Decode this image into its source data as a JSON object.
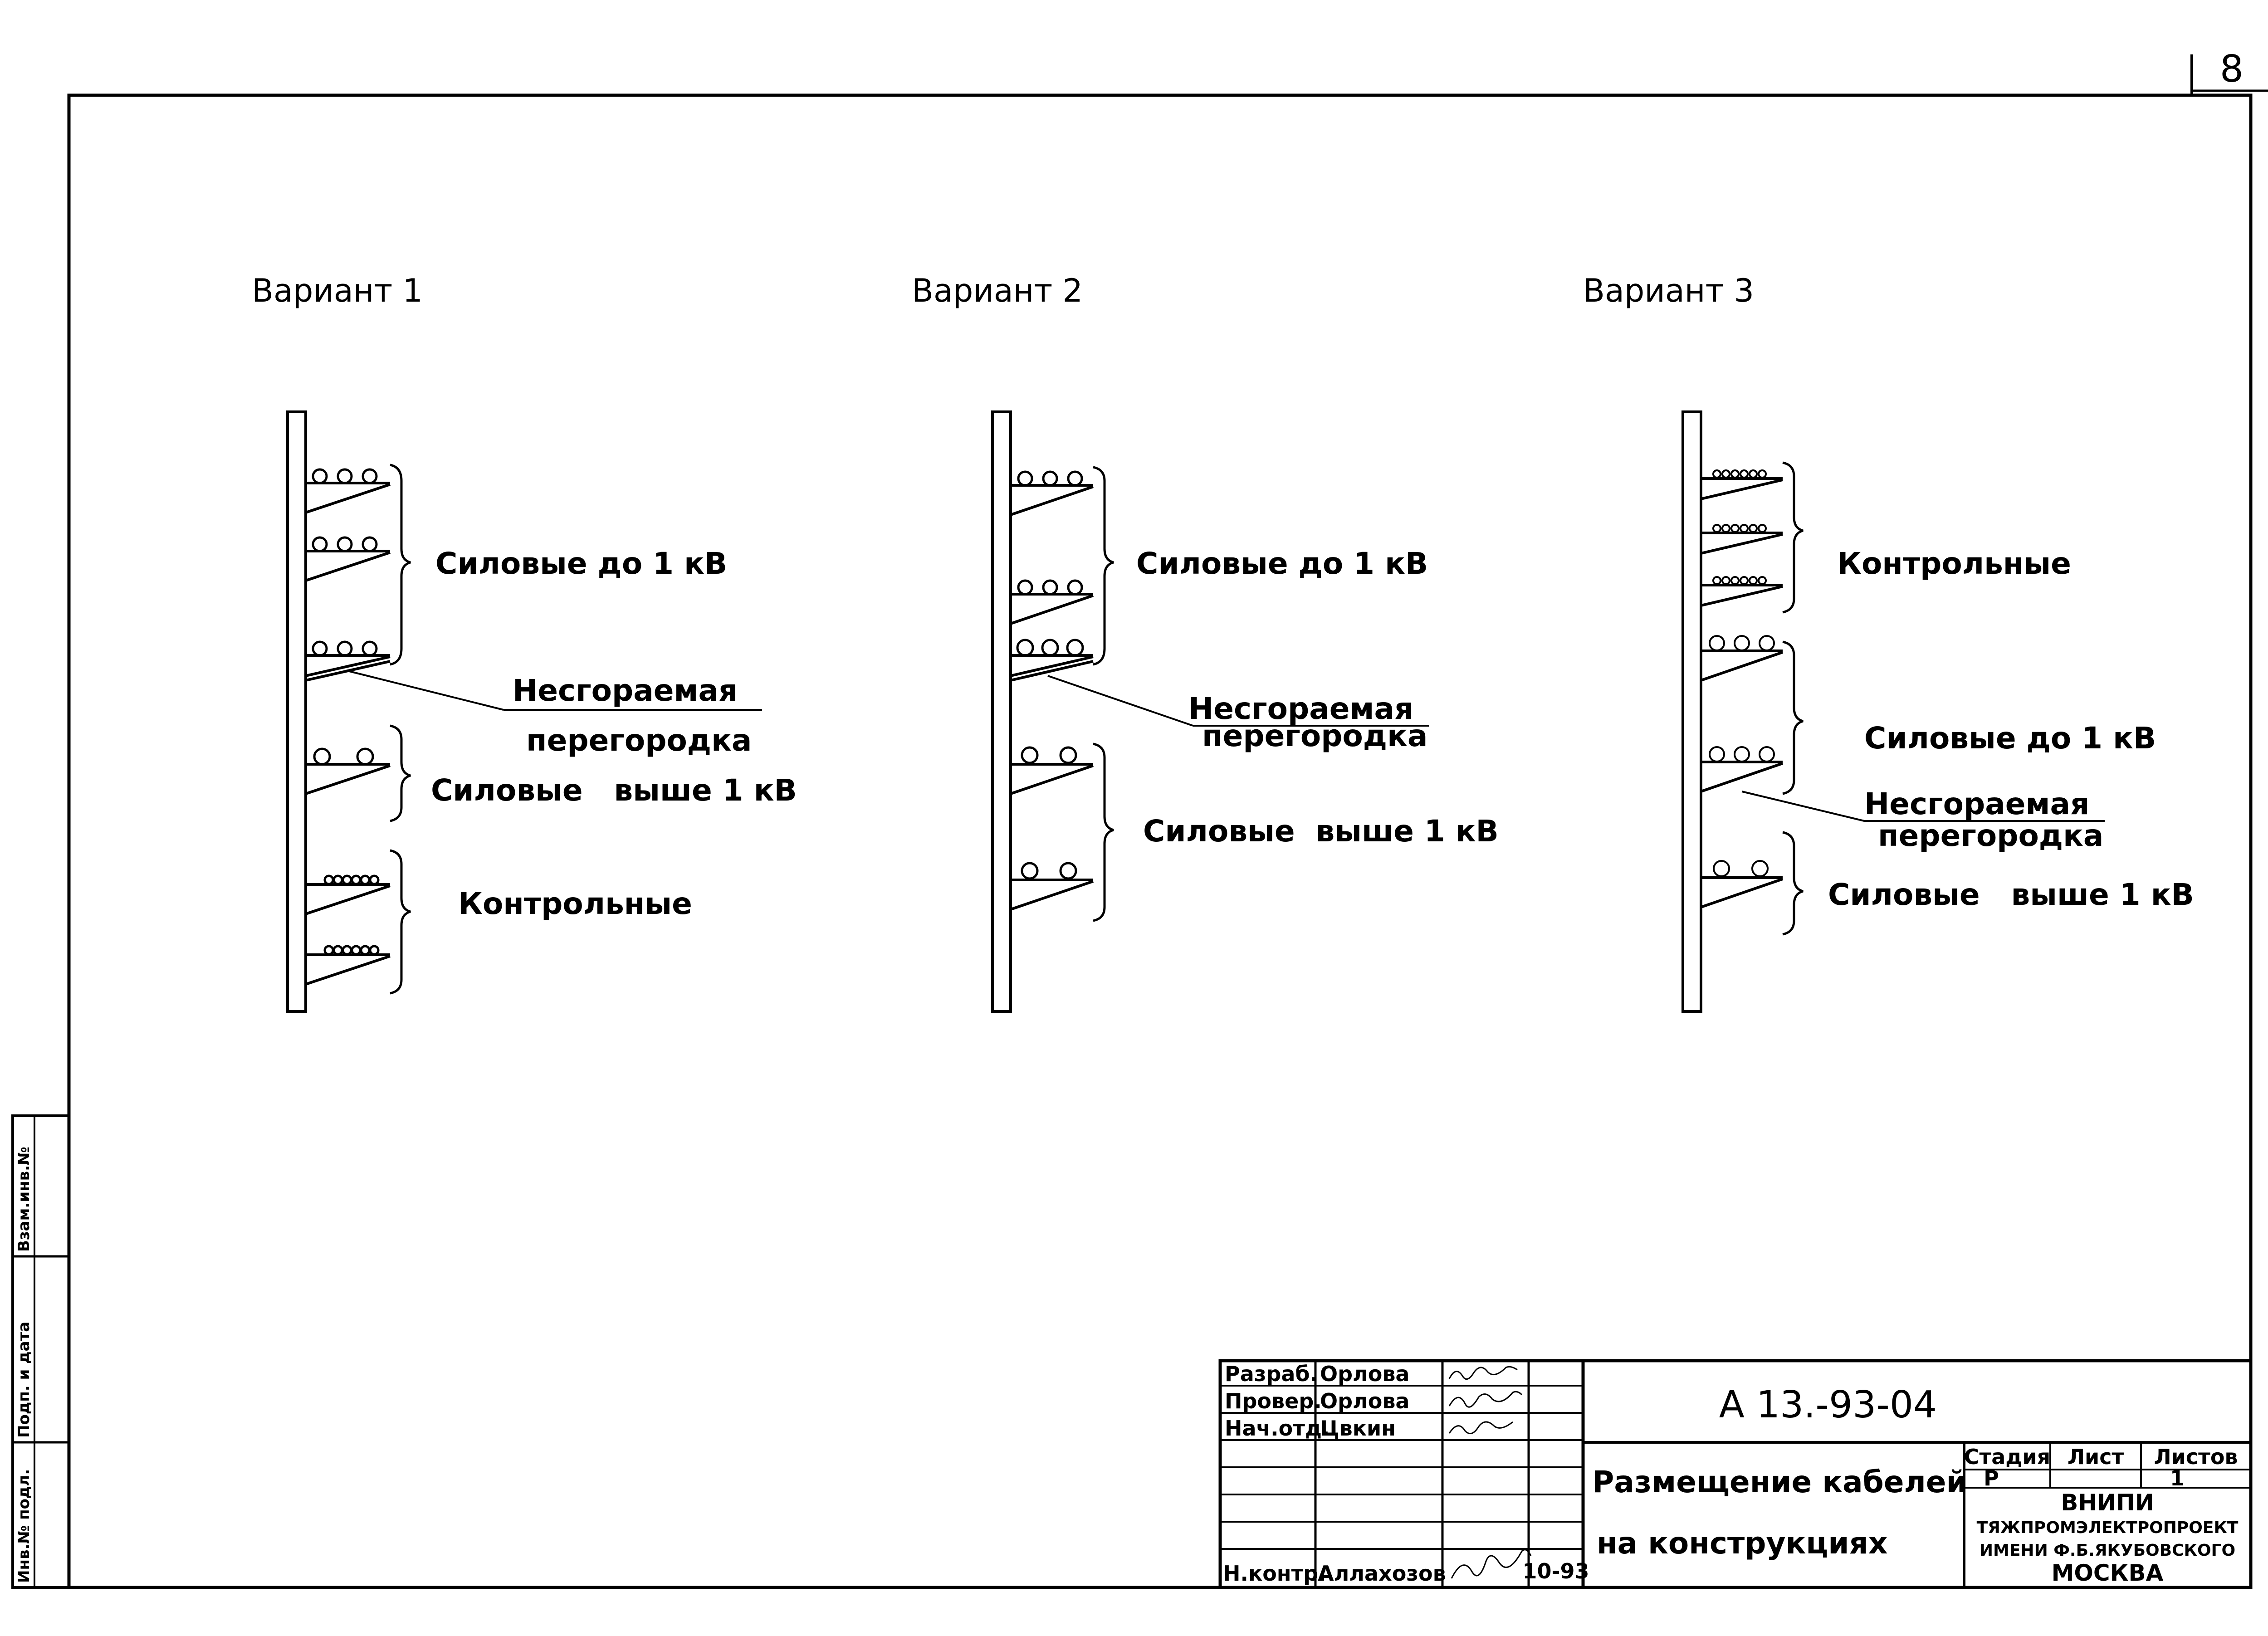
{
  "sheet_number": "8",
  "variants": [
    {
      "title": "Вариант 1",
      "labels": {
        "power_low": "Силовые до 1 кВ",
        "partition_line1": "Несгораемая",
        "partition_line2": "перегородка",
        "power_high": "Силовые   выше 1 кВ",
        "control": "Контрольные"
      }
    },
    {
      "title": "Вариант 2",
      "labels": {
        "power_low": "Силовые до 1 кВ",
        "partition_line1": "Несгораемая",
        "partition_line2": "перегородка",
        "power_high": "Силовые  выше 1 кВ"
      }
    },
    {
      "title": "Вариант 3",
      "labels": {
        "control": "Контрольные",
        "power_low": "Силовые до 1 кВ",
        "partition_line1": "Несгораемая",
        "partition_line2": "перегородка",
        "power_high": "Силовые   выше 1 кВ"
      }
    }
  ],
  "title_block": {
    "roles": [
      "Разраб.",
      "Провер.",
      "Нач.отд.",
      "Н.контр."
    ],
    "names": [
      "Орлова",
      "Орлова",
      "Цвкин",
      "Аллахозов"
    ],
    "date": "10-93",
    "doc_code": "А 13.-93-04",
    "title_line1": "Размещение кабелей",
    "title_line2": "на конструкциях",
    "stage_header": "Стадия",
    "sheet_header": "Лист",
    "sheets_header": "Листов",
    "stage_value": "Р",
    "sheets_value": "1",
    "org_line1": "ВНИПИ",
    "org_line2": "ТЯЖПРОМЭЛЕКТРОПРОЕКТ",
    "org_line3": "ИМЕНИ Ф.Б.ЯКУБОВСКОГО",
    "org_line4": "МОСКВА"
  },
  "side_stamp": [
    "Инв.№ подл.",
    "Подп. и дата",
    "Взам.инв.№"
  ]
}
